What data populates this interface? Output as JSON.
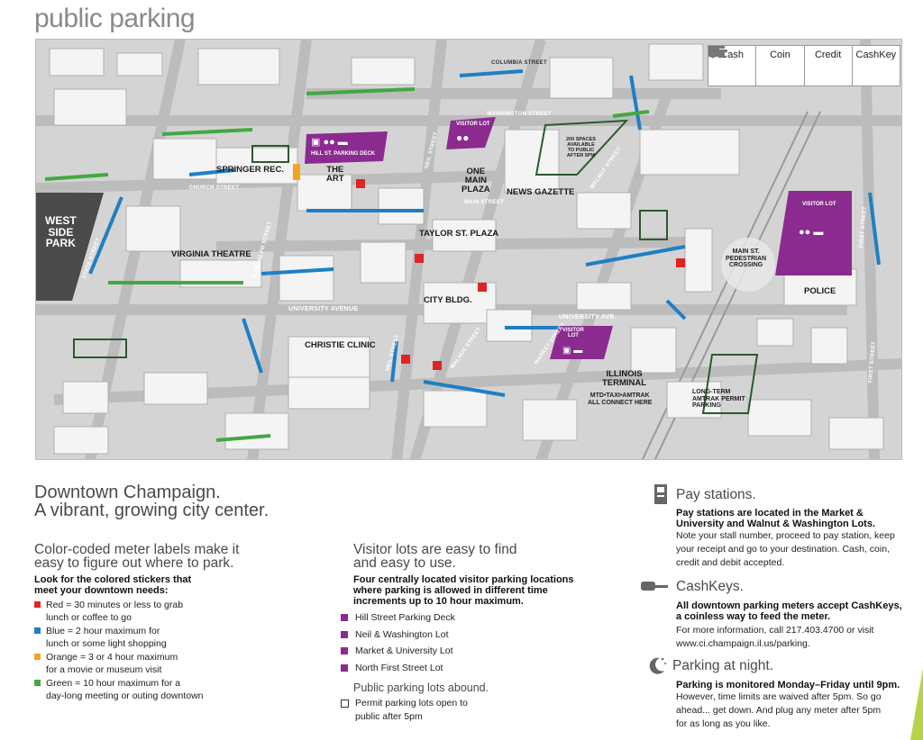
{
  "page_title": "public parking",
  "legend": {
    "cash": "Cash",
    "coin": "Coin",
    "credit": "Credit",
    "cashkey": "CashKey"
  },
  "map_labels": {
    "west_side_park": "WEST\nSIDE\nPARK",
    "springer": "SPRINGER REC.",
    "the_art": "THE\nART",
    "one_main": "ONE\nMAIN\nPLAZA",
    "news_gazette": "NEWS GAZETTE",
    "taylor": "TAYLOR ST. PLAZA",
    "virginia": "VIRGINIA THEATRE",
    "city_bldg": "CITY BLDG.",
    "christie": "CHRISTIE CLINIC",
    "illinois_terminal": "ILLINOIS\nTERMINAL",
    "mtd": "MTD•TAXI•AMTRAK\nALL CONNECT HERE",
    "main_crossing": "MAIN ST.\nPEDESTRIAN\nCROSSING",
    "police": "POLICE",
    "long_term": "LONG-TERM\nAMTRAK PERMIT\nPARKING",
    "hill_deck": "HILL ST. PARKING DECK",
    "visitor_lot_1": "VISITOR LOT",
    "visitor_lot_2": "VISITOR\nLOT",
    "visitor_lot_3": "VISITOR LOT",
    "spaces_note": "200 SPACES\nAVAILABLE\nTO PUBLIC\nAFTER 5PM"
  },
  "streets": {
    "columbia": "COLUMBIA STREET",
    "washington": "WASHINGTON STREET",
    "church": "CHURCH STREET",
    "main": "MAIN STREET",
    "neil": "NEIL STREET",
    "neil_2": "NEIL STREET",
    "state": "STATE STREET",
    "randolph": "RANDOLPH STREET",
    "university_ave": "UNIVERSITY AVENUE",
    "university_ave_2": "UNIVERSITY AVE.",
    "walnut": "WALNUT STREET",
    "walnut_2": "WALNUT STREET",
    "market": "MARKET STREET",
    "first": "FIRST STREET",
    "first_2": "FIRST STREET"
  },
  "intro": {
    "title_line1": "Downtown Champaign.",
    "title_line2": "A vibrant, growing city center."
  },
  "meters": {
    "heading_line1": "Color-coded meter labels make it",
    "heading_line2": "easy to figure out where to park.",
    "sub_line1": "Look for the colored stickers that",
    "sub_line2": "meet your downtown needs:",
    "items": [
      {
        "color": "#e02424",
        "line1": "Red = 30 minutes or less to grab",
        "line2": "lunch or coffee to go"
      },
      {
        "color": "#1f7fc4",
        "line1": "Blue = 2 hour maximum for",
        "line2": "lunch or some light shopping"
      },
      {
        "color": "#f4a51d",
        "line1": "Orange = 3 or 4 hour maximum",
        "line2": "for a movie or museum visit"
      },
      {
        "color": "#43a843",
        "line1": "Green = 10 hour maximum for a",
        "line2": "day-long meeting or outing downtown"
      }
    ]
  },
  "visitor": {
    "heading_line1": "Visitor lots are easy to find",
    "heading_line2": "and easy to use.",
    "sub_line1": "Four centrally located visitor parking locations",
    "sub_line2": "where parking is allowed in different time",
    "sub_line3": "increments up to 10 hour maximum.",
    "lots": [
      "Hill Street Parking Deck",
      "Neil & Washington Lot",
      "Market & University Lot",
      "North First Street Lot"
    ],
    "lot_color": "#8b2a8f",
    "permit_heading": "Public parking lots abound.",
    "permit_line1": "Permit parking lots open to",
    "permit_line2": "public after 5pm"
  },
  "pay": {
    "heading": "Pay stations.",
    "bold_line1": "Pay stations are located in the Market &",
    "bold_line2": "University and Walnut & Washington Lots.",
    "line1": "Note your stall number, proceed to pay station, keep",
    "line2": "your receipt and go to your destination. Cash, coin,",
    "line3": "credit and debit accepted."
  },
  "cashkeys": {
    "heading": "CashKeys.",
    "bold_line1": "All downtown parking meters accept CashKeys,",
    "bold_line2": "a coinless way to feed the meter.",
    "line1": "For more information, call 217.403.4700 or visit",
    "line2": "www.ci.champaign.il.us/parking."
  },
  "night": {
    "heading": "Parking at night.",
    "bold_line1": "Parking is monitored Monday–Friday until 9pm.",
    "line1": "However, time limits are waived after 5pm. So go",
    "line2": "ahead... get down. And plug any meter after 5pm",
    "line3": "for as long as you like."
  }
}
